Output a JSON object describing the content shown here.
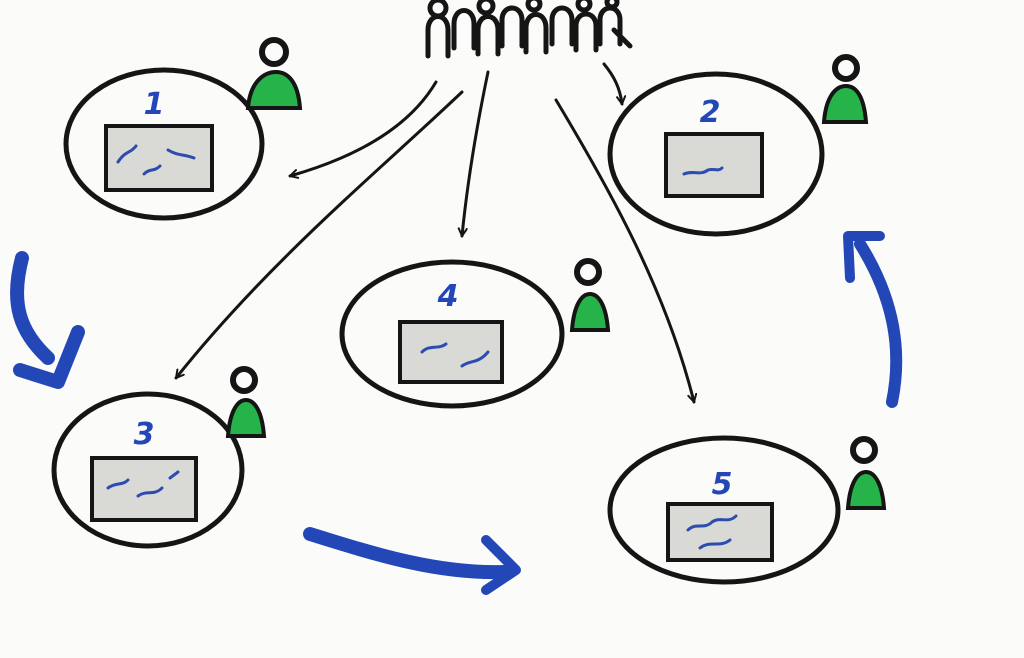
{
  "diagram": {
    "colors": {
      "ink": "#151515",
      "marker_blue": "#2447b8",
      "marker_green": "#25b34a",
      "paper": "#fbfbfa",
      "board_fill": "#d9d9d6",
      "board_scribble": "#2d4cb0"
    },
    "stations": [
      {
        "id": "station-1",
        "label": "1"
      },
      {
        "id": "station-2",
        "label": "2"
      },
      {
        "id": "station-3",
        "label": "3"
      },
      {
        "id": "station-4",
        "label": "4"
      },
      {
        "id": "station-5",
        "label": "5"
      }
    ],
    "icons": {
      "crowd": "group-of-participants-icon",
      "host": "station-host-person-icon",
      "board": "flipchart-board-icon",
      "rotation": "rotation-arrow-icon",
      "assignment": "assignment-arrow-icon"
    }
  }
}
